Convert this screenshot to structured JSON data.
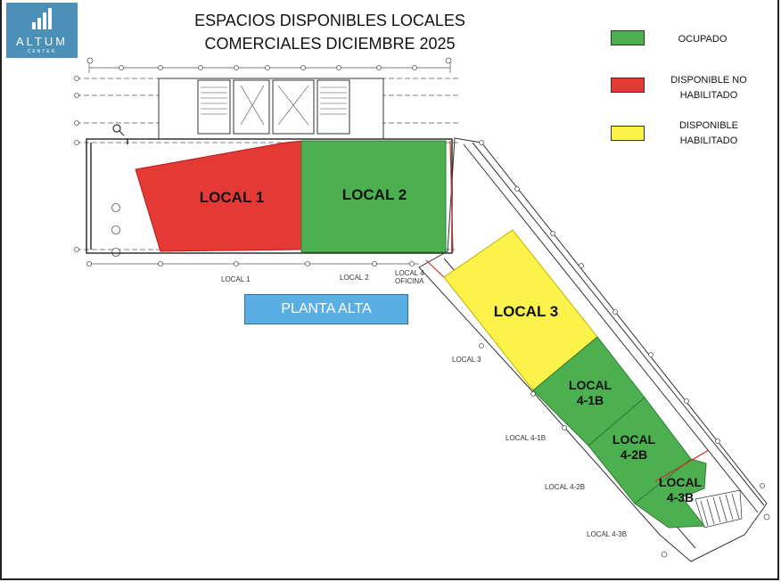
{
  "logo": {
    "brand": "ALTUM",
    "sub": "CENTER"
  },
  "title": {
    "line1": "ESPACIOS DISPONIBLES LOCALES",
    "line2": "COMERCIALES DICIEMBRE 2025"
  },
  "legend": [
    {
      "key": "ocupado",
      "label_line1": "OCUPADO",
      "label_line2": "",
      "color": "#4caf50"
    },
    {
      "key": "disponible_no_habilitado",
      "label_line1": "DISPONIBLE NO",
      "label_line2": "HABILITADO",
      "color": "#e53935"
    },
    {
      "key": "disponible_habilitado",
      "label_line1": "DISPONIBLE",
      "label_line2": "HABILITADO",
      "color": "#fbf24a"
    }
  ],
  "locales": {
    "local1": {
      "name": "LOCAL 1",
      "status": "disponible_no_habilitado"
    },
    "local2": {
      "name": "LOCAL 2",
      "status": "ocupado"
    },
    "local3": {
      "name": "LOCAL 3",
      "status": "disponible_habilitado"
    },
    "local41b": {
      "name_line1": "LOCAL",
      "name_line2": "4-1B",
      "status": "ocupado"
    },
    "local42b": {
      "name_line1": "LOCAL",
      "name_line2": "4-2B",
      "status": "ocupado"
    },
    "local43b": {
      "name_line1": "LOCAL",
      "name_line2": "4-3B",
      "status": "ocupado"
    }
  },
  "plan_labels": {
    "local1": "LOCAL 1",
    "local2": "LOCAL 2",
    "local4_line1": "LOCAL 4",
    "local4_line2": "OFICINA",
    "local3": "LOCAL 3",
    "local41b": "LOCAL 4-1B",
    "local42b": "LOCAL 4-2B",
    "local43b": "LOCAL 4-3B"
  },
  "floor_button": "PLANTA ALTA"
}
